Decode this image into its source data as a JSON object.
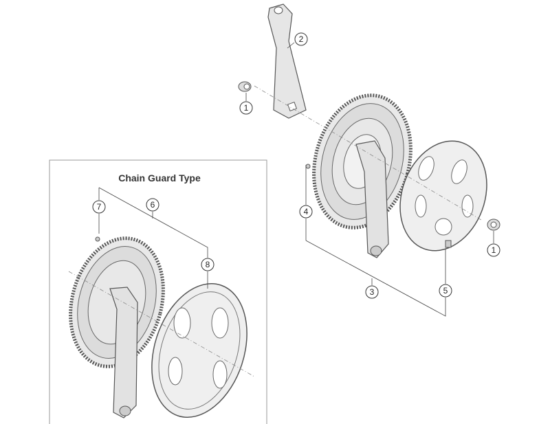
{
  "inset": {
    "title": "Chain Guard Type"
  },
  "callouts": [
    {
      "id": "1a",
      "label": "1"
    },
    {
      "id": "2",
      "label": "2"
    },
    {
      "id": "1b",
      "label": "1"
    },
    {
      "id": "3",
      "label": "3"
    },
    {
      "id": "4",
      "label": "4"
    },
    {
      "id": "5",
      "label": "5"
    },
    {
      "id": "6",
      "label": "6"
    },
    {
      "id": "7",
      "label": "7"
    },
    {
      "id": "8",
      "label": "8"
    }
  ],
  "colors": {
    "line": "#444444",
    "part_fill": "#e4e4e4",
    "part_stroke": "#555555"
  }
}
